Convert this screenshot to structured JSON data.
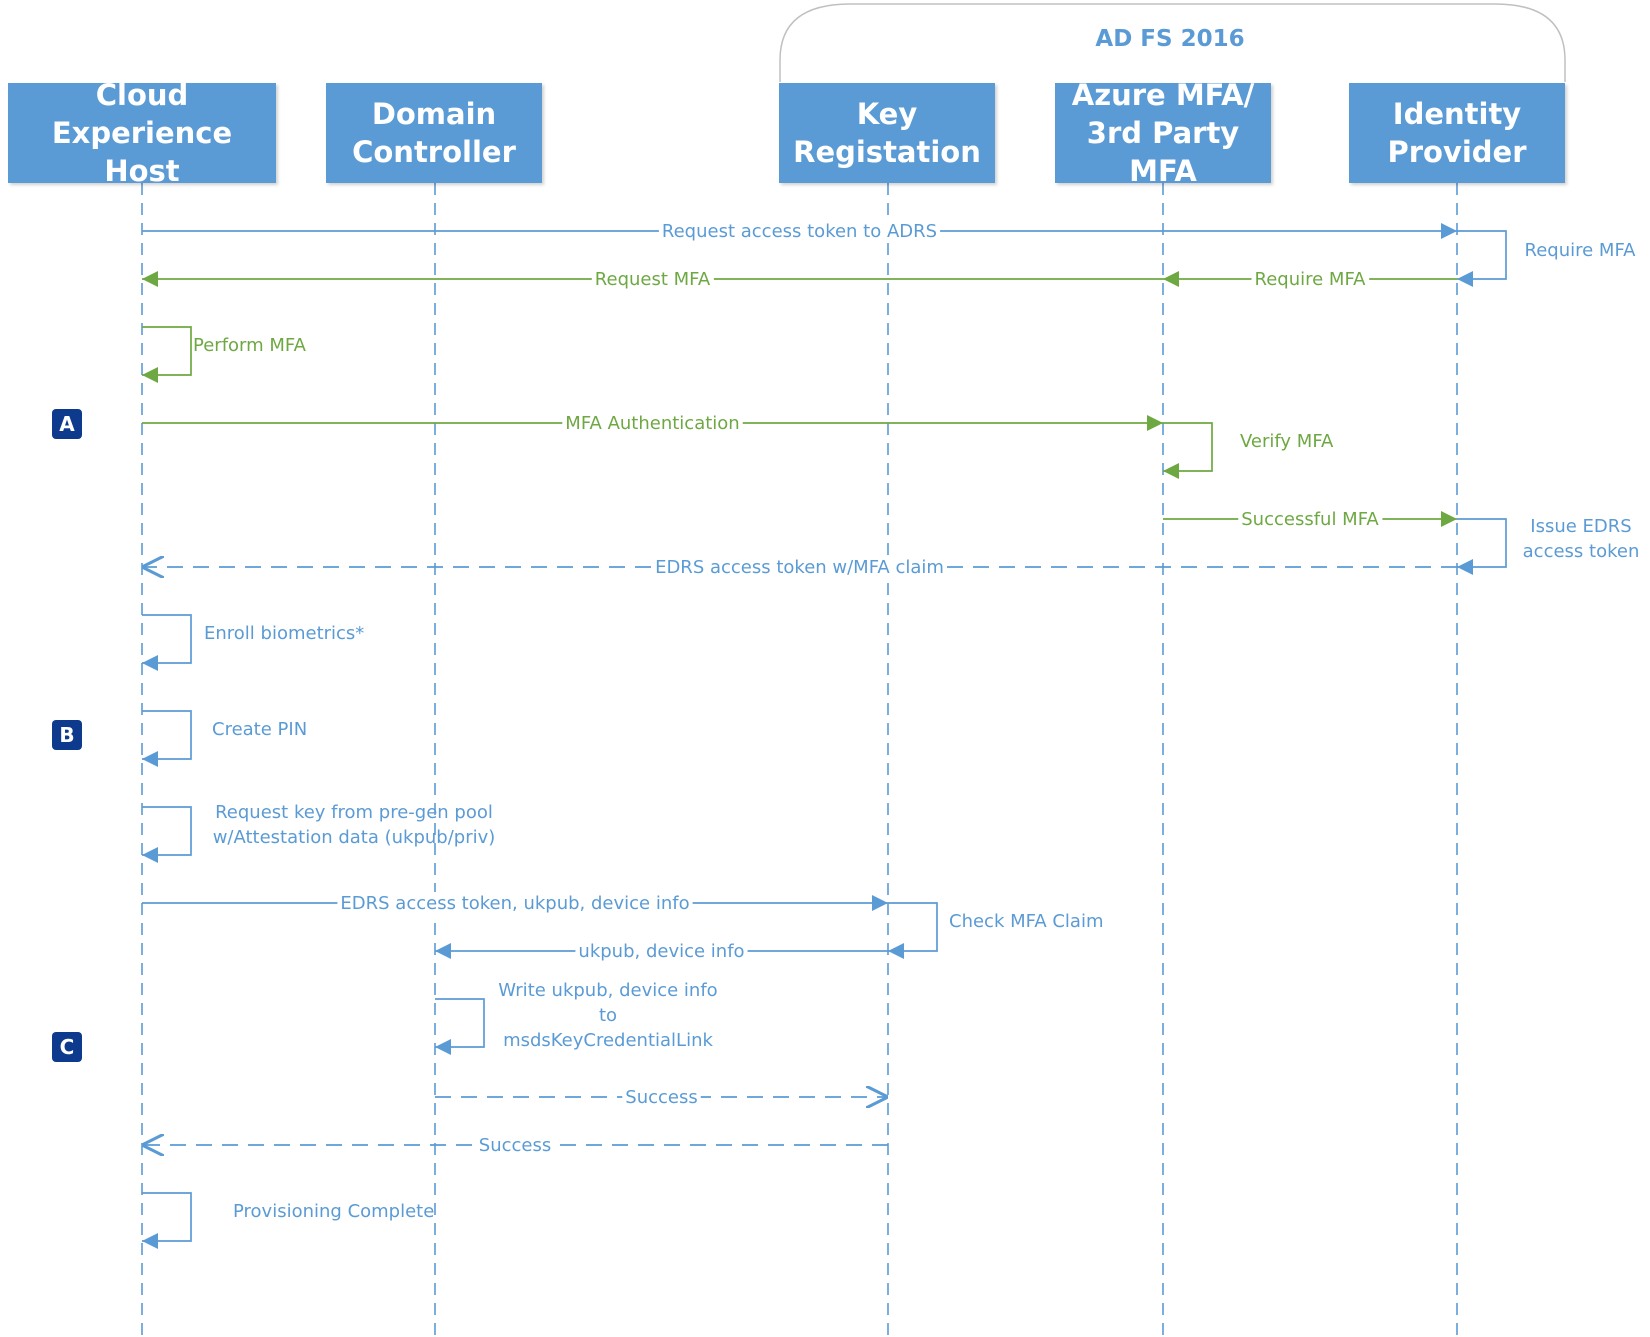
{
  "colors": {
    "blue": "#5b9bd5",
    "green": "#6ea843",
    "badge": "#0d3a8c",
    "white": "#ffffff"
  },
  "group": {
    "title": "AD FS 2016"
  },
  "actors": [
    {
      "id": "ceh",
      "lines": [
        "Cloud Experience",
        "Host"
      ]
    },
    {
      "id": "dc",
      "lines": [
        "Domain",
        "Controller"
      ]
    },
    {
      "id": "kr",
      "lines": [
        "Key",
        "Registation"
      ]
    },
    {
      "id": "mfa",
      "lines": [
        "Azure MFA/",
        "3rd Party MFA"
      ]
    },
    {
      "id": "idp",
      "lines": [
        "Identity",
        "Provider"
      ]
    }
  ],
  "phases": [
    "A",
    "B",
    "C"
  ],
  "messages": [
    {
      "from": "ceh",
      "to": "idp",
      "label": "Request access token to ADRS",
      "color": "blue",
      "style": "solid"
    },
    {
      "from": "idp",
      "to": "mfa",
      "label": "Require MFA",
      "color": "green",
      "style": "solid"
    },
    {
      "from": "mfa",
      "to": "ceh",
      "label": "Request MFA",
      "color": "green",
      "style": "solid"
    },
    {
      "from": "ceh",
      "to": "mfa",
      "label": "MFA Authentication",
      "color": "green",
      "style": "solid"
    },
    {
      "from": "mfa",
      "to": "idp",
      "label": "Successful MFA",
      "color": "green",
      "style": "solid"
    },
    {
      "from": "idp",
      "to": "ceh",
      "label": "EDRS access token w/MFA claim",
      "color": "blue",
      "style": "dashed"
    },
    {
      "from": "ceh",
      "to": "kr",
      "label": "EDRS access token, ukpub, device info",
      "color": "blue",
      "style": "solid"
    },
    {
      "from": "kr",
      "to": "dc",
      "label": "ukpub, device info",
      "color": "blue",
      "style": "solid"
    },
    {
      "from": "dc",
      "to": "kr",
      "label": "Success",
      "color": "blue",
      "style": "dashed"
    },
    {
      "from": "kr",
      "to": "ceh",
      "label": "Success",
      "color": "blue",
      "style": "dashed"
    }
  ],
  "self_messages": [
    {
      "actor": "idp",
      "lines": [
        "Require MFA"
      ],
      "color": "blue"
    },
    {
      "actor": "ceh",
      "lines": [
        "Perform MFA"
      ],
      "color": "green"
    },
    {
      "actor": "mfa",
      "lines": [
        "Verify MFA"
      ],
      "color": "green"
    },
    {
      "actor": "idp",
      "lines": [
        "Issue EDRS",
        "access token"
      ],
      "color": "blue"
    },
    {
      "actor": "ceh",
      "lines": [
        "Enroll biometrics*"
      ],
      "color": "blue"
    },
    {
      "actor": "ceh",
      "lines": [
        "Create PIN"
      ],
      "color": "blue"
    },
    {
      "actor": "ceh",
      "lines": [
        "Request key from pre-gen pool",
        "w/Attestation data (ukpub/priv)"
      ],
      "color": "blue"
    },
    {
      "actor": "kr",
      "lines": [
        "Check MFA Claim"
      ],
      "color": "blue"
    },
    {
      "actor": "dc",
      "lines": [
        "Write ukpub, device info",
        "to",
        "msdsKeyCredentialLink"
      ],
      "color": "blue"
    },
    {
      "actor": "ceh",
      "lines": [
        "Provisioning Complete"
      ],
      "color": "blue"
    }
  ]
}
